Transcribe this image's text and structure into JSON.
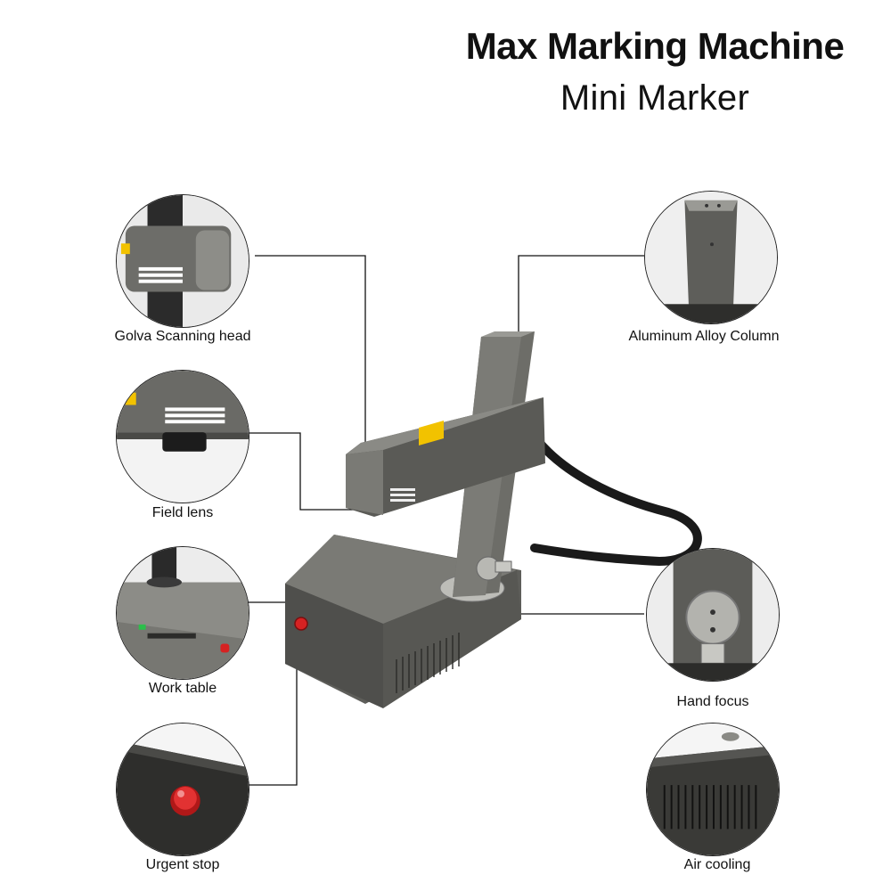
{
  "header": {
    "title": "Max Marking Machine",
    "subtitle": "Mini Marker"
  },
  "callouts": [
    {
      "id": "scan-head",
      "label": "Golva Scanning head"
    },
    {
      "id": "field-lens",
      "label": "Field lens"
    },
    {
      "id": "work-table",
      "label": "Work table"
    },
    {
      "id": "urgent-stop",
      "label": "Urgent stop"
    },
    {
      "id": "column",
      "label": "Aluminum Alloy Column"
    },
    {
      "id": "hand-focus",
      "label": "Hand focus"
    },
    {
      "id": "air-cooling",
      "label": "Air cooling"
    }
  ],
  "colors": {
    "machine_body": "#6b6b66",
    "machine_dark": "#4a4a47",
    "warning_label": "#f2c200",
    "stop_button": "#d62222",
    "leader_line": "#111111"
  }
}
